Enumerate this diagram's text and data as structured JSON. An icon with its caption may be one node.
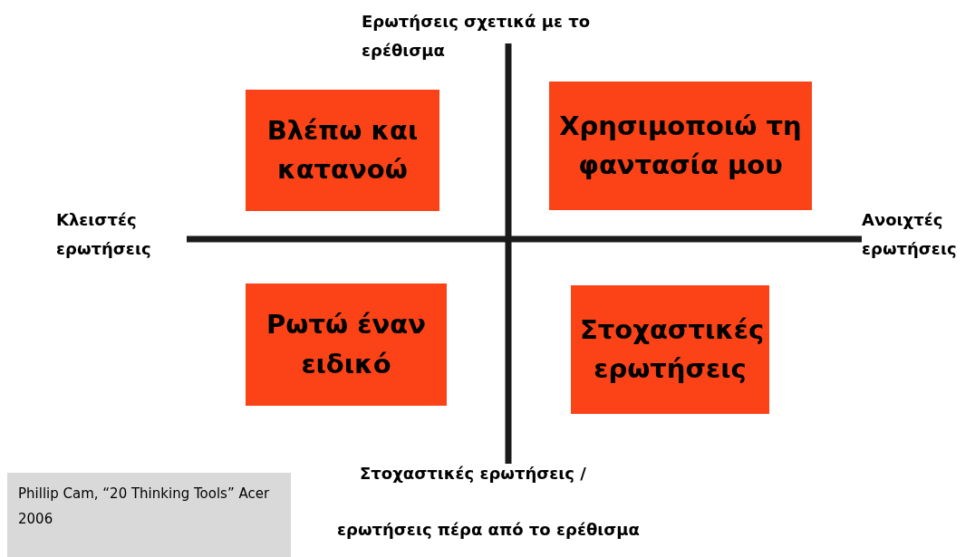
{
  "diagram": {
    "nodes": [
      {
        "text": [
          "Βλέπω και κατανοώ"
        ]
      },
      {
        "text": [
          "Χρησιμοποιώ τη φαντασία μου"
        ]
      },
      {
        "text": [
          "Ρωτώ έναν ειδικό"
        ]
      },
      {
        "text": [
          "Στοχαστικές ερωτήσεις"
        ]
      },
      {
        "text": [
          "Phillip Cam, “20 Thinking Tools” Acer 2006"
        ]
      }
    ],
    "edges": [],
    "labels": [
      "Ερωτήσεις σχετικά με το ερέθισμα",
      "Κλειστές ερωτήσεις",
      "Ανοιχτές ερωτήσεις",
      "Στοχαστικές ερωτήσεις /",
      "ερωτήσεις πέρα από το ερέθισμα"
    ]
  }
}
